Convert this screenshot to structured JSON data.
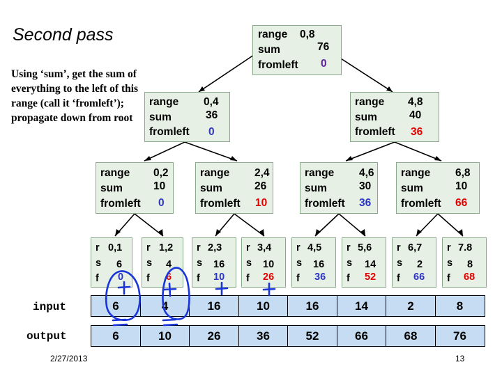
{
  "title": "Second pass",
  "description": "Using ‘sum’, get the sum of everything to the left of this range (call it ‘fromleft’); propagate down from root",
  "labels": {
    "range": "range",
    "sum": "sum",
    "fromleft": "fromleft",
    "r": "r",
    "s": "s",
    "f": "f"
  },
  "nodes": {
    "root": {
      "range": "0,8",
      "sum": "76",
      "fromleft": "0"
    },
    "n04": {
      "range": "0,4",
      "sum": "36",
      "fromleft": "0"
    },
    "n48": {
      "range": "4,8",
      "sum": "40",
      "fromleft": "36"
    },
    "n02": {
      "range": "0,2",
      "sum": "10",
      "fromleft": "0"
    },
    "n24": {
      "range": "2,4",
      "sum": "26",
      "fromleft": "10"
    },
    "n46": {
      "range": "4,6",
      "sum": "30",
      "fromleft": "36"
    },
    "n68": {
      "range": "6,8",
      "sum": "10",
      "fromleft": "66"
    }
  },
  "leaves": [
    {
      "range": "0,1",
      "sum": "6",
      "fromleft": "0"
    },
    {
      "range": "1,2",
      "sum": "4",
      "fromleft": "6"
    },
    {
      "range": "2,3",
      "sum": "16",
      "fromleft": "10"
    },
    {
      "range": "3,4",
      "sum": "10",
      "fromleft": "26"
    },
    {
      "range": "4,5",
      "sum": "16",
      "fromleft": "36"
    },
    {
      "range": "5,6",
      "sum": "14",
      "fromleft": "52"
    },
    {
      "range": "6,7",
      "sum": "2",
      "fromleft": "66"
    },
    {
      "range": "7.8",
      "sum": "8",
      "fromleft": "68"
    }
  ],
  "input_label": "input",
  "input": [
    "6",
    "4",
    "16",
    "10",
    "16",
    "14",
    "2",
    "8"
  ],
  "output_label": "output",
  "output": [
    "6",
    "10",
    "26",
    "36",
    "52",
    "66",
    "68",
    "76"
  ],
  "footer": {
    "date": "2/27/2013",
    "page": "13"
  },
  "colors": {
    "node_fill": "#e6f0e4",
    "cell_fill": "#c6dcf2",
    "fromleft_blue": "#2b34c4",
    "fromleft_red": "#e00000",
    "annotation_ink": "#1a35d8"
  }
}
